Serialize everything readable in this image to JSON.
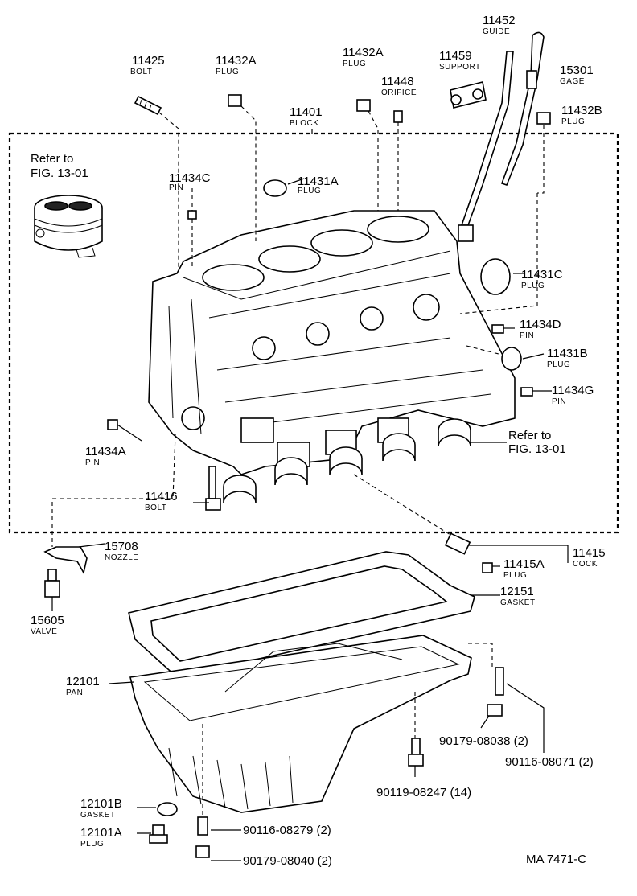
{
  "callouts": {
    "p11425": {
      "num": "11425",
      "name": "BOLT"
    },
    "p11432A_top": {
      "num": "11432A",
      "name": "PLUG"
    },
    "p11432A_mid": {
      "num": "11432A",
      "name": "PLUG"
    },
    "p11448": {
      "num": "11448",
      "name": "ORIFICE"
    },
    "p11459": {
      "num": "11459",
      "name": "SUPPORT"
    },
    "p11452": {
      "num": "11452",
      "name": "GUIDE"
    },
    "p15301": {
      "num": "15301",
      "name": "GAGE"
    },
    "p11432B": {
      "num": "11432B",
      "name": "PLUG"
    },
    "p11401": {
      "num": "11401",
      "name": "BLOCK"
    },
    "p11434C": {
      "num": "11434C",
      "name": "PIN"
    },
    "p11431A": {
      "num": "11431A",
      "name": "PLUG"
    },
    "p11431C": {
      "num": "11431C",
      "name": "PLUG"
    },
    "p11434D": {
      "num": "11434D",
      "name": "PIN"
    },
    "p11431B": {
      "num": "11431B",
      "name": "PLUG"
    },
    "p11434G": {
      "num": "11434G",
      "name": "PIN"
    },
    "p11434A": {
      "num": "11434A",
      "name": "PIN"
    },
    "p11416": {
      "num": "11416",
      "name": "BOLT"
    },
    "p15708": {
      "num": "15708",
      "name": "NOZZLE"
    },
    "p11415": {
      "num": "11415",
      "name": "COCK"
    },
    "p11415A": {
      "num": "11415A",
      "name": "PLUG"
    },
    "p15605": {
      "num": "15605",
      "name": "VALVE"
    },
    "p12151": {
      "num": "12151",
      "name": "GASKET"
    },
    "p12101": {
      "num": "12101",
      "name": "PAN"
    },
    "p12101B": {
      "num": "12101B",
      "name": "GASKET"
    },
    "p12101A": {
      "num": "12101A",
      "name": "PLUG"
    }
  },
  "refs": {
    "ref_piston_l1": "Refer to",
    "ref_piston_l2": "FIG. 13-01",
    "ref_bearing_l1": "Refer to",
    "ref_bearing_l2": "FIG. 13-01"
  },
  "fasteners": {
    "f90179_08038": "90179-08038 (2)",
    "f90116_08071": "90116-08071 (2)",
    "f90119_08247": "90119-08247 (14)",
    "f90116_08279": "90116-08279 (2)",
    "f90179_08040": "90179-08040 (2)"
  },
  "figure_code": "MA 7471-C"
}
